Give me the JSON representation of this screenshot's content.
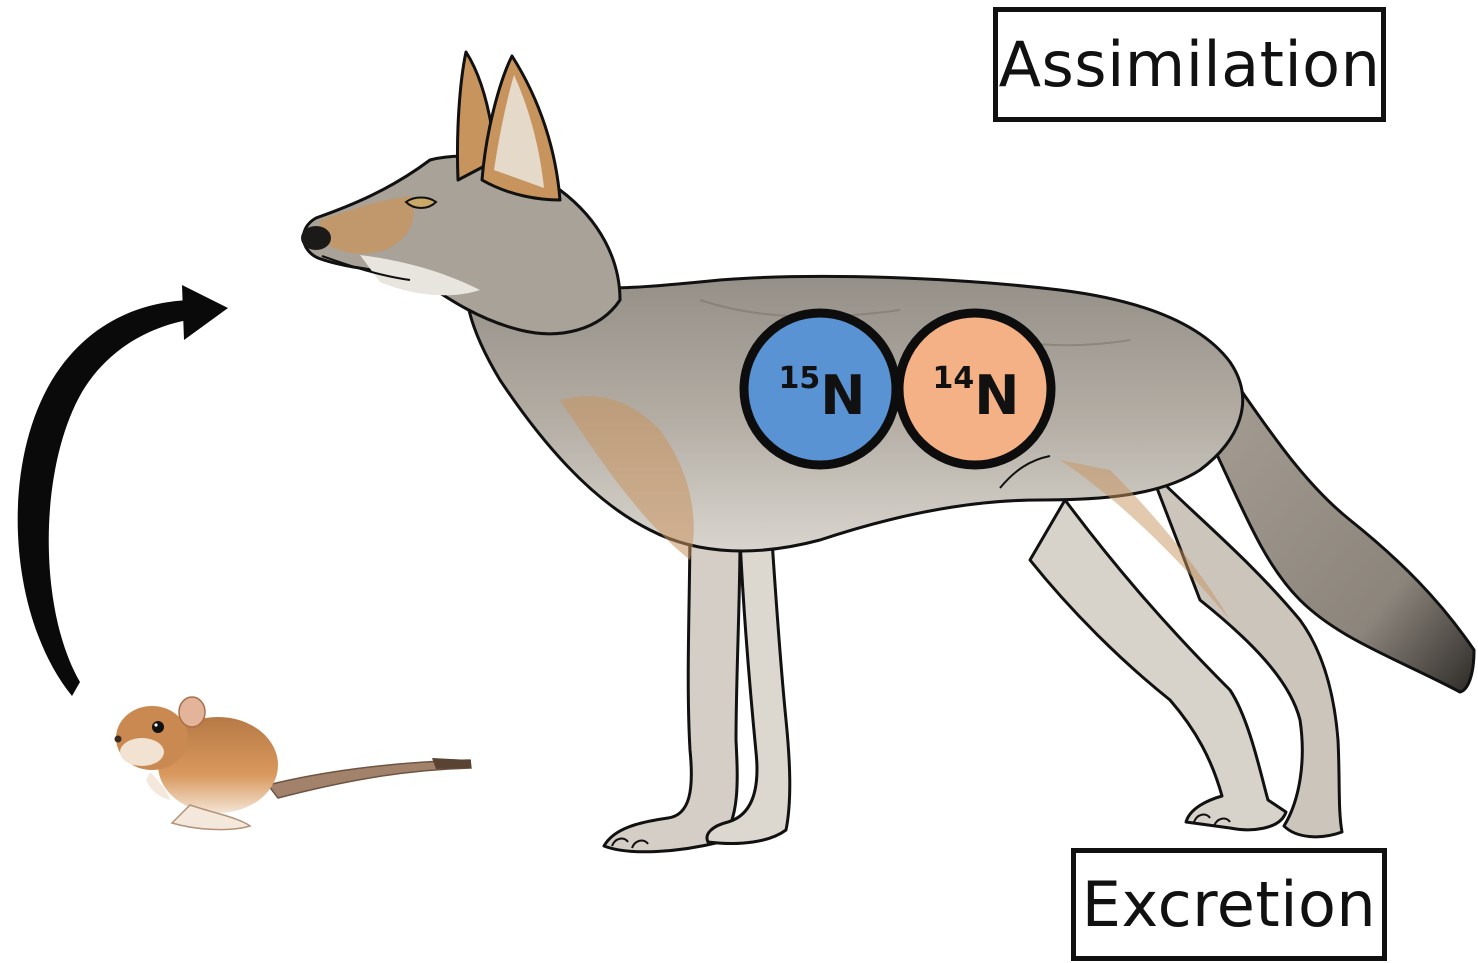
{
  "labels": {
    "assimilation": "Assimilation",
    "excretion": "Excretion"
  },
  "isotopes": [
    {
      "mass": "15",
      "symbol": "N",
      "color": "#5a93d3"
    },
    {
      "mass": "14",
      "symbol": "N",
      "color": "#f3b185"
    }
  ],
  "icons": {
    "prey": "kangaroo-rat-icon",
    "predator": "coyote-icon",
    "flow": "curved-arrow-icon"
  },
  "colors": {
    "outline": "#111111",
    "coyote_fur": "#9c9489",
    "coyote_tan": "#c8945e",
    "coyote_light": "#dedad3",
    "rat_fur": "#d4935a"
  }
}
